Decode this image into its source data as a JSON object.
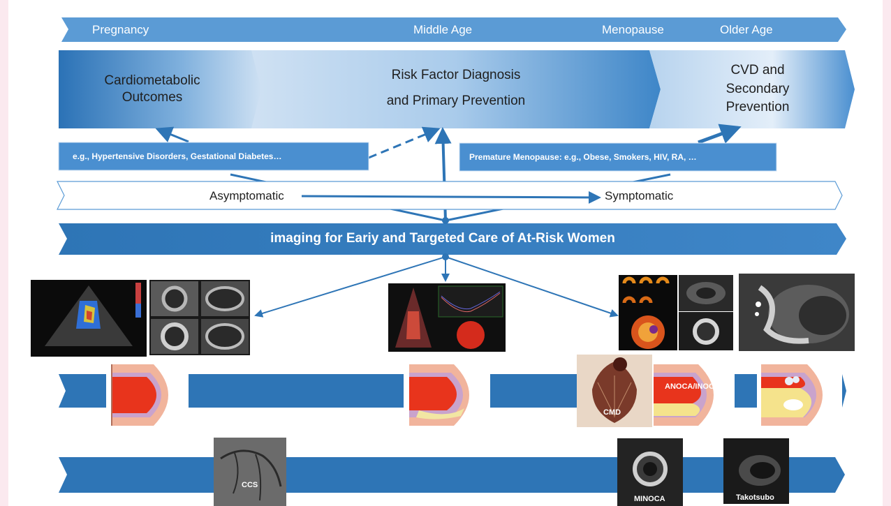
{
  "timeline": {
    "stages": [
      "Pregnancy",
      "Middle Age",
      "Menopause",
      "Older Age"
    ]
  },
  "phases": {
    "cardiometabolic": "Cardiometabolic Outcomes",
    "risk_factor_line1": "Risk Factor Diagnosis",
    "risk_factor_line2": "and Primary Prevention",
    "cvd_line1": "CVD and",
    "cvd_line2": "Secondary",
    "cvd_line3": "Prevention"
  },
  "examples": {
    "pregnancy": "e.g., Hypertensive Disorders, Gestational Diabetes…",
    "menopause": "Premature Menopause: e.g., Obese, Smokers, HIV, RA, …"
  },
  "spectrum": {
    "start": "Asymptomatic",
    "end": "Symptomatic"
  },
  "imaging_banner": "imaging for Eariy and Targeted Care of At-Risk Women",
  "image_labels": {
    "cmd": "CMD",
    "anoca": "ANOCA/INOCA",
    "ccs": "CCS",
    "minoca": "MINOCA",
    "takotsubo": "Takotsubo"
  },
  "colors": {
    "dark_blue": "#2e75b6",
    "mid_blue": "#5b9bd5",
    "light_blue": "#dbe8f6",
    "artery_red": "#e8341c"
  }
}
